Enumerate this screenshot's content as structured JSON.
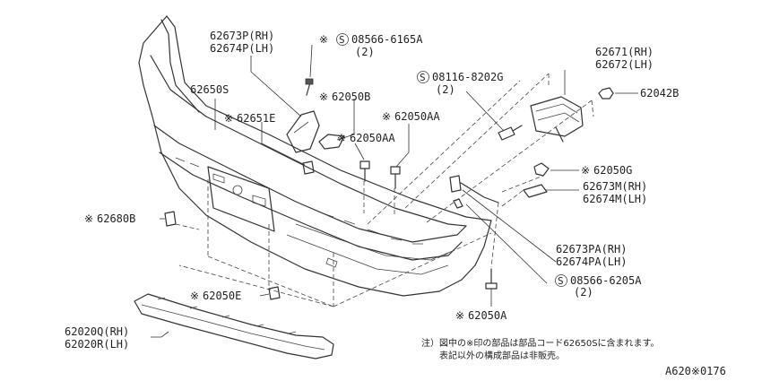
{
  "labels": {
    "p62673P_RH": "62673P(RH)",
    "p62674P_LH": "62674P(LH)",
    "p08566_6165A": "08566-6165A",
    "p08566_6165A_qty": "(2)",
    "p62650S": "62650S",
    "p62050B": "62050B",
    "p62651E": "62651E",
    "p62050AA_1": "62050AA",
    "p62050AA_2": "62050AA",
    "p08116_8202G": "08116-8202G",
    "p08116_8202G_qty": "(2)",
    "p62671_RH": "62671(RH)",
    "p62672_LH": "62672(LH)",
    "p62042B": "62042B",
    "p62050G": "62050G",
    "p62673M_RH": "62673M(RH)",
    "p62674M_LH": "62674M(LH)",
    "p62680B": "62680B",
    "p62673PA_RH": "62673PA(RH)",
    "p62674PA_LH": "62674PA(LH)",
    "p08566_6205A": "08566-6205A",
    "p08566_6205A_qty": "(2)",
    "p62050E": "62050E",
    "p62050A": "62050A",
    "p62020Q_RH": "62020Q(RH)",
    "p62020R_LH": "62020R(LH)"
  },
  "symbols": {
    "asterisk": "※",
    "screw": "S"
  },
  "note": {
    "line1": "注）図中の※印の部品は部品コード62650Sに含まれます。",
    "line2": "表記以外の構成部品は非販売。"
  },
  "diagram_code": "A620※0176"
}
